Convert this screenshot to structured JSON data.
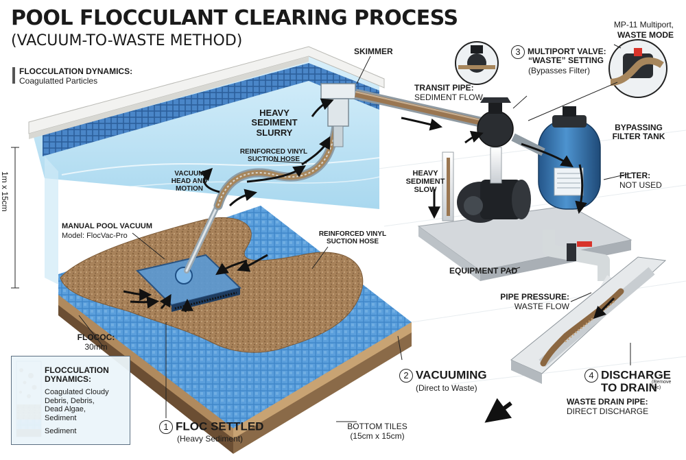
{
  "title": "POOL FLOCCULANT CLEARING PROCESS",
  "subtitle": "(VACUUM-TO-WASTE METHOD)",
  "flocculation_panel": {
    "heading": "FLOCCULATION DYNAMICS:",
    "sub": "Coagulatted Particles"
  },
  "labels": {
    "skimmer": "SKIMMER",
    "heavy_sediment_slurry": [
      "HEAVY",
      "SEDIMENT",
      "SLURRY"
    ],
    "reinforced_hose_top": [
      "REINFORCED VINYL",
      "SUCTION HOSE"
    ],
    "vacuum_head": [
      "VACUUM",
      "HEAD AND",
      "MOTION"
    ],
    "manual_vacuum": "MANUAL POOL VACUUM",
    "manual_vacuum_model": "Model: FlocVac-Pro",
    "reinforced_hose_mid": [
      "REINFORCED VINYL",
      "SUCTION HOSE"
    ],
    "transit_pipe": "TRANSIT PIPE:",
    "transit_pipe_sub": "SEDIMENT FLOW",
    "heavy_sediment_slow": [
      "HEAVY",
      "SEDIMENT",
      "SLOW"
    ],
    "multiport_num": "3",
    "multiport": "MULTIPORT VALVE:",
    "multiport_setting": "“WASTE” SETTING",
    "multiport_sub": "(Bypasses Filter)",
    "mp11": "MP-11 Multiport,",
    "mp11_mode": "WASTE MODE",
    "bypassing": [
      "BYPASSING",
      "FILTER TANK"
    ],
    "filter": "FILTER:",
    "filter_sub": "NOT USED",
    "equipment_pad": "EQUIPMENT PAD",
    "pipe_pressure": "PIPE PRESSURE:",
    "pipe_pressure_sub": "WASTE FLOW",
    "depth_dim": "1m x 15cm",
    "flococ": "FLOCOC:",
    "flococ_sub": "30mm",
    "step1_num": "1",
    "step1": "FLOC SETTLED",
    "step1_sub": "(Heavy Sediment)",
    "step2_num": "2",
    "step2": "VACUUMING",
    "step2_sub": "(Direct to Waste)",
    "step4_num": "4",
    "step4": "DISCHARGE",
    "step4_line2": "TO DRAIN",
    "step4_note": [
      "(Remove",
      "floc)"
    ],
    "waste_drain": "WASTE DRAIN PIPE:",
    "waste_drain_sub": "DIRECT DISCHARGE",
    "bottom_tiles": "BOTTOM TILES",
    "bottom_tiles_sub": "(15cm x 15cm)"
  },
  "legend": {
    "heading": [
      "FLOCCULATION",
      "DYNAMICS:"
    ],
    "items": [
      "Coagulated Cloudy",
      "Debris, Debris,",
      "Dead Algae,",
      "Sediment"
    ],
    "sediment": "Sediment"
  },
  "colors": {
    "water": "#bfe3f5",
    "tile": "#3f86c9",
    "sediment": "#a8825a",
    "filter_tank": "#3d7fb8",
    "pad": "#c9cdd1",
    "hose": "#c8d6dd",
    "ink": "#1a1a1a"
  }
}
